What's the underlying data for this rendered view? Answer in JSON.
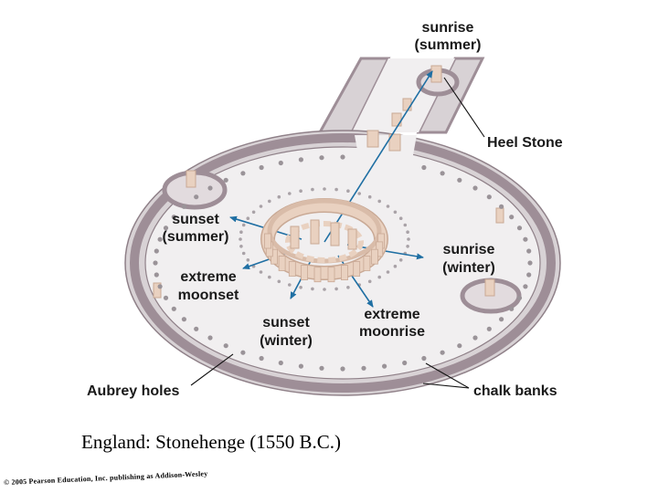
{
  "labels": {
    "sunrise_summer_line1": "sunrise",
    "sunrise_summer_line2": "(summer)",
    "heel_stone": "Heel Stone",
    "sunset_summer_line1": "sunset",
    "sunset_summer_line2": "(summer)",
    "extreme_moonset_line1": "extreme",
    "extreme_moonset_line2": "moonset",
    "sunrise_winter_line1": "sunrise",
    "sunrise_winter_line2": "(winter)",
    "extreme_moonrise_line1": "extreme",
    "extreme_moonrise_line2": "moonrise",
    "sunset_winter_line1": "sunset",
    "sunset_winter_line2": "(winter)",
    "aubrey_holes": "Aubrey holes",
    "chalk_banks": "chalk banks"
  },
  "caption": "England:  Stonehenge (1550 B.C.)",
  "copyright": "© 2005 Pearson Education, Inc. publishing as Addison-Wesley",
  "colors": {
    "bank_dark": "#9e8e97",
    "bank_light": "#d8d2d5",
    "ground": "#f1eff0",
    "stone": "#e9d1c0",
    "stone_shade": "#c9a995",
    "arrow": "#1f6fa3",
    "leader": "#111111",
    "hole": "#9a9398"
  }
}
